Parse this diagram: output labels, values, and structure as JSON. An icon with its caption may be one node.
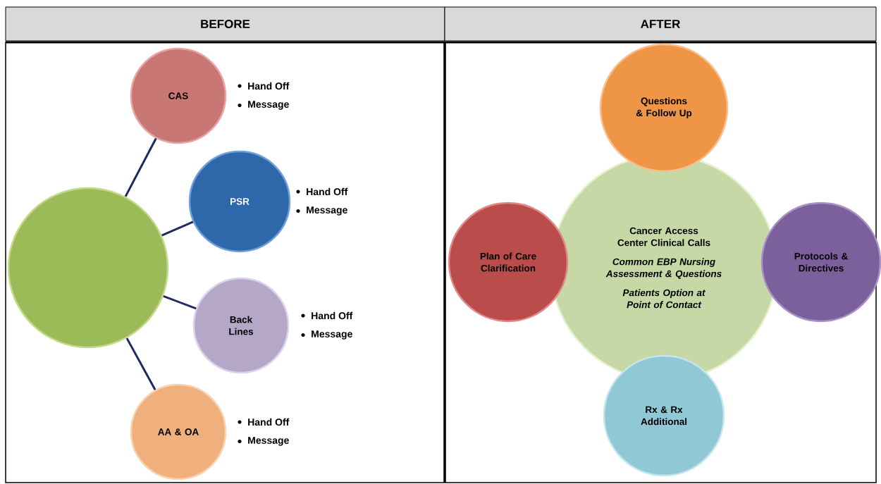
{
  "diagram": {
    "nodes": [
      {
        "text": [],
        "shape": "circle"
      },
      {
        "text": [
          "CAS"
        ],
        "beside": [
          "Hand Off",
          "Message"
        ]
      },
      {
        "text": [
          "PSR"
        ],
        "beside": [
          "Hand Off",
          "Message"
        ]
      },
      {
        "text": [
          "Back Lines"
        ],
        "beside": [
          "Hand Off",
          "Message"
        ]
      },
      {
        "text": [
          "AA & OA"
        ],
        "beside": [
          "Hand Off",
          "Message"
        ]
      },
      {
        "text": [
          "Cancer Access Center Clinical Calls",
          "Common EBP Nursing Assessment & Questions",
          "Patients Option at Point of Contact"
        ]
      },
      {
        "text": [
          "Questions & Follow Up"
        ]
      },
      {
        "text": [
          "Plan of Care Clarification"
        ]
      },
      {
        "text": [
          "Protocols & Directives"
        ]
      },
      {
        "text": [
          "Rx & Rx Additional"
        ]
      }
    ],
    "edges": [
      {
        "from": 0,
        "to": 1,
        "arrow": "none"
      },
      {
        "from": 0,
        "to": 2,
        "arrow": "none"
      },
      {
        "from": 0,
        "to": 3,
        "arrow": "none"
      },
      {
        "from": 0,
        "to": 4,
        "arrow": "none"
      }
    ],
    "labels": [
      "BEFORE",
      "AFTER"
    ]
  }
}
